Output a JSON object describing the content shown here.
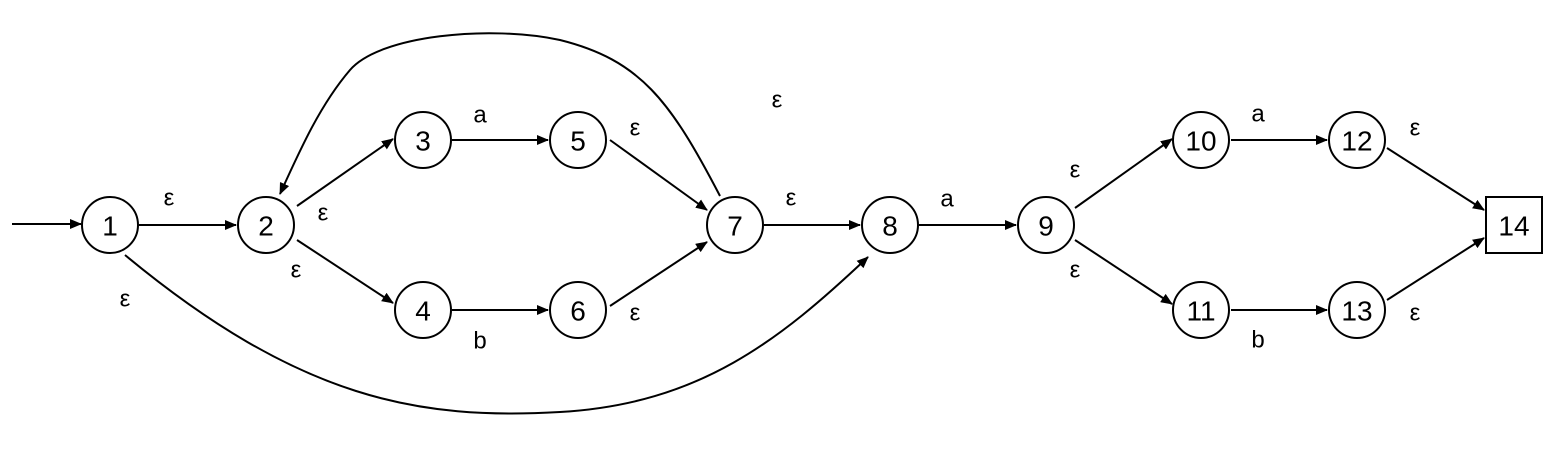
{
  "diagram": {
    "states": [
      {
        "id": "1",
        "label": "1",
        "final": false
      },
      {
        "id": "2",
        "label": "2",
        "final": false
      },
      {
        "id": "3",
        "label": "3",
        "final": false
      },
      {
        "id": "4",
        "label": "4",
        "final": false
      },
      {
        "id": "5",
        "label": "5",
        "final": false
      },
      {
        "id": "6",
        "label": "6",
        "final": false
      },
      {
        "id": "7",
        "label": "7",
        "final": false
      },
      {
        "id": "8",
        "label": "8",
        "final": false
      },
      {
        "id": "9",
        "label": "9",
        "final": false
      },
      {
        "id": "10",
        "label": "10",
        "final": false
      },
      {
        "id": "11",
        "label": "11",
        "final": false
      },
      {
        "id": "12",
        "label": "12",
        "final": false
      },
      {
        "id": "13",
        "label": "13",
        "final": false
      },
      {
        "id": "14",
        "label": "14",
        "final": true
      }
    ],
    "start_state": "1",
    "transitions": [
      {
        "from": "1",
        "to": "2",
        "label": "ε"
      },
      {
        "from": "1",
        "to": "8",
        "label": "ε"
      },
      {
        "from": "2",
        "to": "3",
        "label": "ε"
      },
      {
        "from": "2",
        "to": "4",
        "label": "ε"
      },
      {
        "from": "3",
        "to": "5",
        "label": "a"
      },
      {
        "from": "4",
        "to": "6",
        "label": "b"
      },
      {
        "from": "5",
        "to": "7",
        "label": "ε"
      },
      {
        "from": "6",
        "to": "7",
        "label": "ε"
      },
      {
        "from": "7",
        "to": "2",
        "label": "ε"
      },
      {
        "from": "7",
        "to": "8",
        "label": "ε"
      },
      {
        "from": "8",
        "to": "9",
        "label": "a"
      },
      {
        "from": "9",
        "to": "10",
        "label": "ε"
      },
      {
        "from": "9",
        "to": "11",
        "label": "ε"
      },
      {
        "from": "10",
        "to": "12",
        "label": "a"
      },
      {
        "from": "11",
        "to": "13",
        "label": "b"
      },
      {
        "from": "12",
        "to": "14",
        "label": "ε"
      },
      {
        "from": "13",
        "to": "14",
        "label": "ε"
      }
    ]
  }
}
